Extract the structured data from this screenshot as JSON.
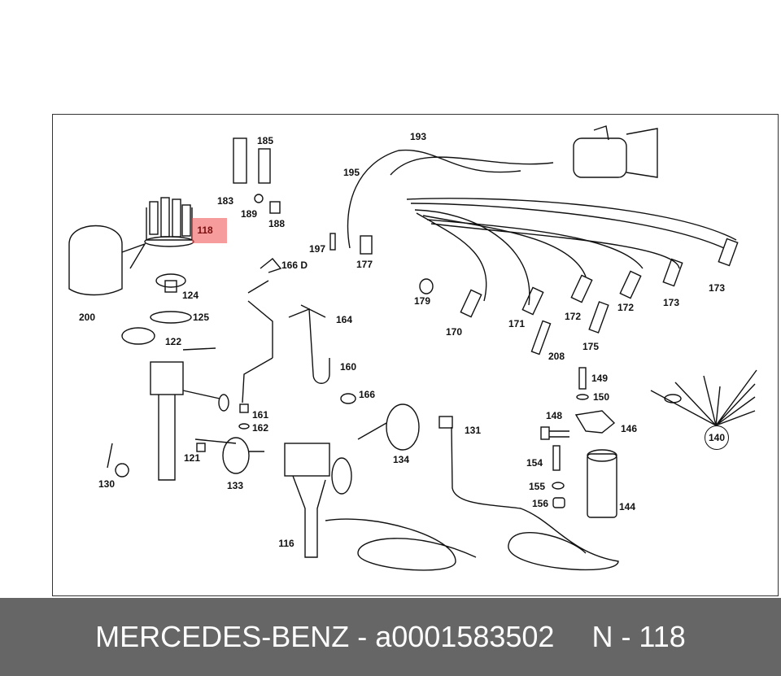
{
  "diagram": {
    "highlighted_part": "118",
    "labels": [
      "193",
      "185",
      "195",
      "183",
      "189",
      "188",
      "197",
      "177",
      "166 D",
      "124",
      "179",
      "200",
      "125",
      "164",
      "122",
      "170",
      "171",
      "172",
      "172",
      "173",
      "173",
      "175",
      "208",
      "160",
      "149",
      "150",
      "166",
      "148",
      "146",
      "161",
      "162",
      "131",
      "134",
      "121",
      "154",
      "130",
      "133",
      "155",
      "156",
      "144",
      "116",
      "140"
    ]
  },
  "footer": {
    "brand_part": "MERCEDES-BENZ - a0001583502",
    "position": "N - 118"
  },
  "colors": {
    "highlight": "#f05a5a",
    "footer_bg": "#666666"
  }
}
